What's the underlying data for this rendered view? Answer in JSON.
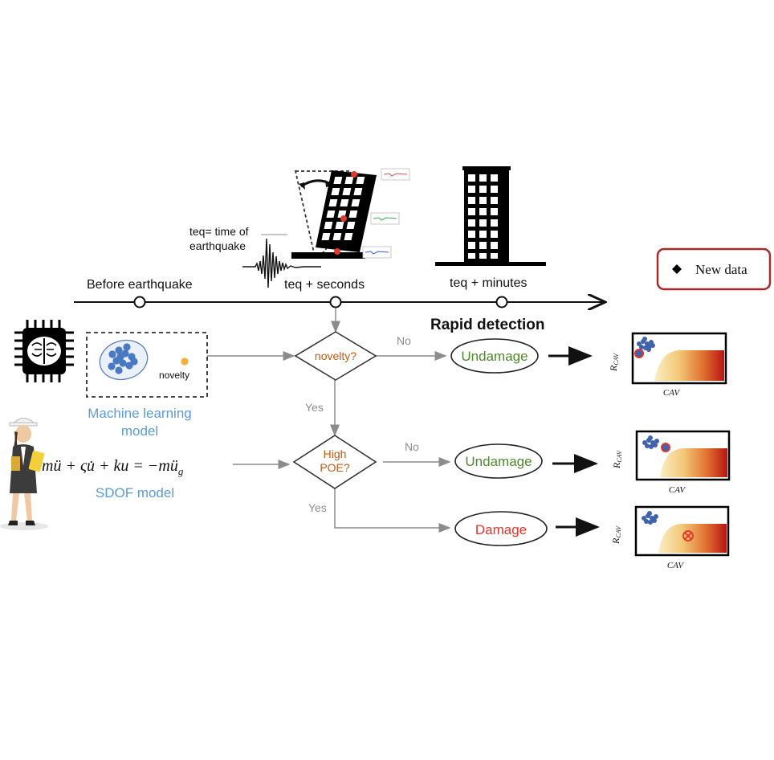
{
  "timeline": {
    "before_label": "Before earthquake",
    "seconds_label": "teq + seconds",
    "minutes_label": "teq + minutes",
    "teq_line1": "teq= time of",
    "teq_line2": "earthquake"
  },
  "legend": {
    "new_data_label": "New data"
  },
  "rapid_detection": "Rapid detection",
  "ml": {
    "cluster_label": "novelty",
    "caption_line1": "Machine learning",
    "caption_line2": "model"
  },
  "sdof": {
    "equation": "mü + ςu̇ + ku = −mü",
    "equation_sub": "g",
    "caption": "SDOF model"
  },
  "decisions": {
    "novelty": "novelty?",
    "poe_line1": "High",
    "poe_line2": "POE?",
    "no1": "No",
    "yes1": "Yes",
    "no2": "No",
    "yes2": "Yes"
  },
  "outcomes": {
    "undamage1": "Undamage",
    "undamage2": "Undamage",
    "damage": "Damage"
  },
  "plots": {
    "ylabel_main": "R",
    "ylabel_sub": "CAV",
    "xlabel": "CAV"
  },
  "colors": {
    "green_text": "#4f8a2d",
    "red_text": "#e8322a",
    "orange_text": "#c55a11",
    "blue_text": "#5b9bd5",
    "legend_border": "#a52a2a",
    "diamond_border": "#8b3a1a",
    "arrow_gray": "#8c8c8c"
  }
}
